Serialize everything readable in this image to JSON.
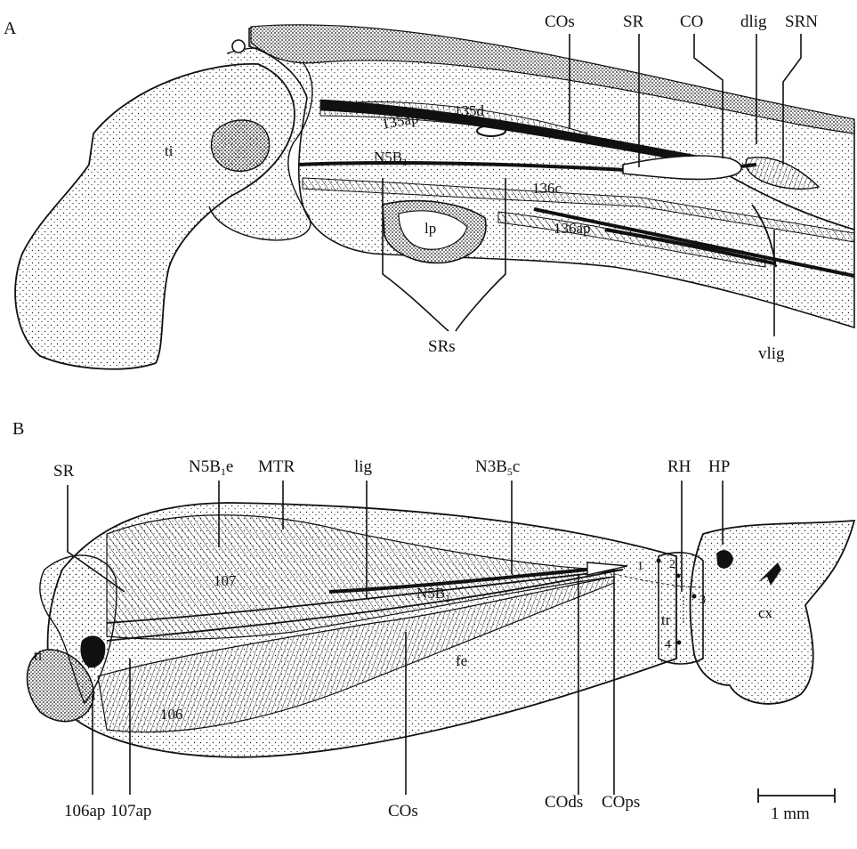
{
  "panel_a": {
    "letter": "A",
    "labels": {
      "cos": "COs",
      "sr": "SR",
      "co": "CO",
      "dlig": "dlig",
      "srn": "SRN",
      "ti": "ti",
      "m135d": "135d",
      "m135ap": "135ap",
      "n5b1_base": "N5B",
      "n5b1_sub": "1",
      "m136c": "136c",
      "m136ap": "136ap",
      "lp": "lp",
      "srs": "SRs",
      "vlig": "vlig"
    }
  },
  "panel_b": {
    "letter": "B",
    "labels": {
      "sr": "SR",
      "n5b1e_base": "N5B",
      "n5b1e_sub": "1",
      "n5b1e_suffix": "e",
      "mtr": "MTR",
      "lig": "lig",
      "n3b5c_base": "N3B",
      "n3b5c_sub": "5",
      "n3b5c_suffix": "c",
      "rh": "RH",
      "hp": "HP",
      "m107": "107",
      "n5b1_base": "N5B",
      "n5b1_sub": "1",
      "ti": "ti",
      "fe": "fe",
      "m106": "106",
      "tr": "tr",
      "cx": "cx",
      "hair_1": "1",
      "hair_2": "2",
      "hair_3": "3",
      "hair_4": "4",
      "m106ap": "106ap",
      "m107ap": "107ap",
      "cos": "COs",
      "cods": "COds",
      "cops": "COps"
    }
  },
  "scale_bar": {
    "label": "1 mm"
  }
}
